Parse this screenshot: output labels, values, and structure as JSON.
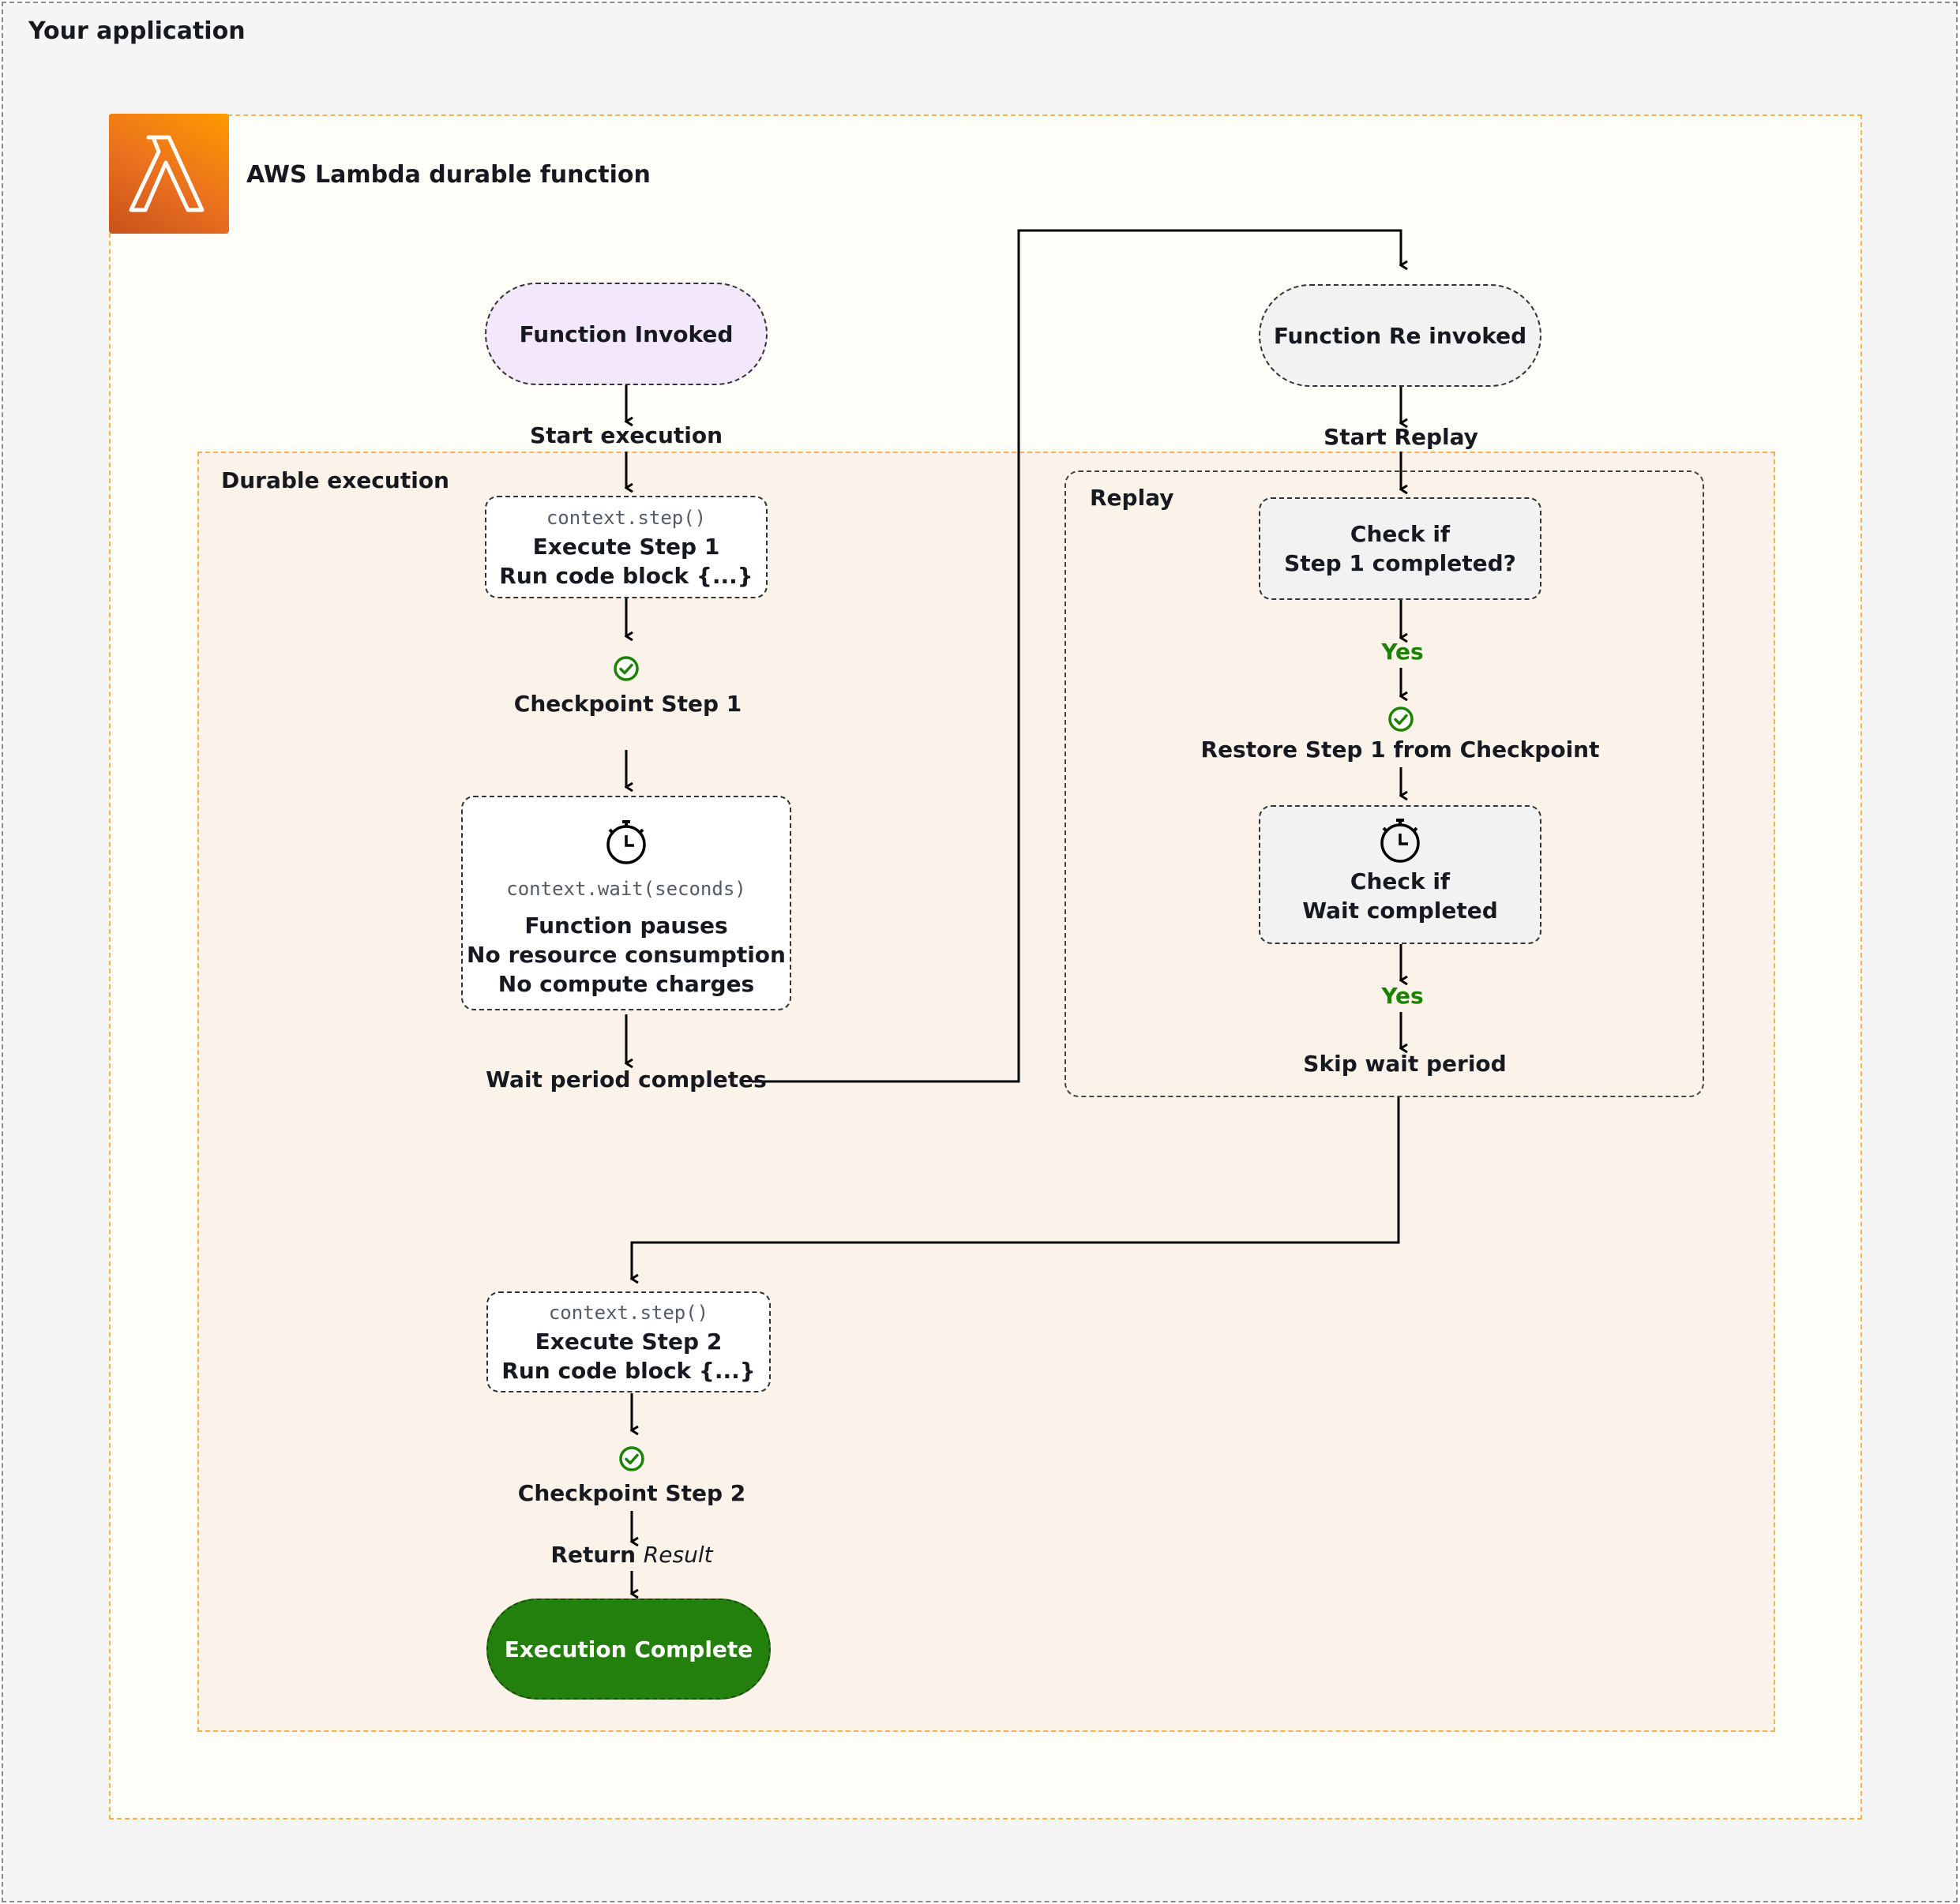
{
  "frames": {
    "application": "Your application",
    "lambda": "AWS Lambda durable function",
    "durable_execution": "Durable execution",
    "replay": "Replay"
  },
  "left": {
    "function_invoked": "Function Invoked",
    "start_execution": "Start execution",
    "step1": {
      "code": "context.step()",
      "line1": "Execute Step 1",
      "line2": "Run code block {...}"
    },
    "checkpoint_step1": "Checkpoint Step 1",
    "wait": {
      "code": "context.wait(seconds)",
      "line1": "Function pauses",
      "line2": "No resource consumption",
      "line3": "No compute charges"
    },
    "wait_period_completes": "Wait period completes"
  },
  "right": {
    "function_reinvoked": "Function Re invoked",
    "start_replay": "Start Replay",
    "check_step1": {
      "line1": "Check if",
      "line2": "Step 1 completed?"
    },
    "yes_1": "Yes",
    "restore_step1": "Restore Step 1 from Checkpoint",
    "check_wait": {
      "line1": "Check if",
      "line2": "Wait completed"
    },
    "yes_2": "Yes",
    "skip_wait": "Skip wait period"
  },
  "bottom": {
    "step2": {
      "code": "context.step()",
      "line1": "Execute Step 2",
      "line2": "Run code block {...}"
    },
    "checkpoint_step2": "Checkpoint Step 2",
    "return_label": "Return",
    "return_value": "Result",
    "execution_complete": "Execution Complete"
  },
  "icons": {
    "lambda": "lambda-logo-icon",
    "checkpoint": "check-circle-icon",
    "timer": "stopwatch-icon"
  },
  "colors": {
    "app_background": "#f5f5f5",
    "lambda_border": "#f7b345",
    "durable_background": "#fbf3e9",
    "lambda_orange": "#e9701f",
    "invoked_fill": "#f3e8fb",
    "success_green": "#1d8102",
    "complete_fill": "#23800c"
  }
}
